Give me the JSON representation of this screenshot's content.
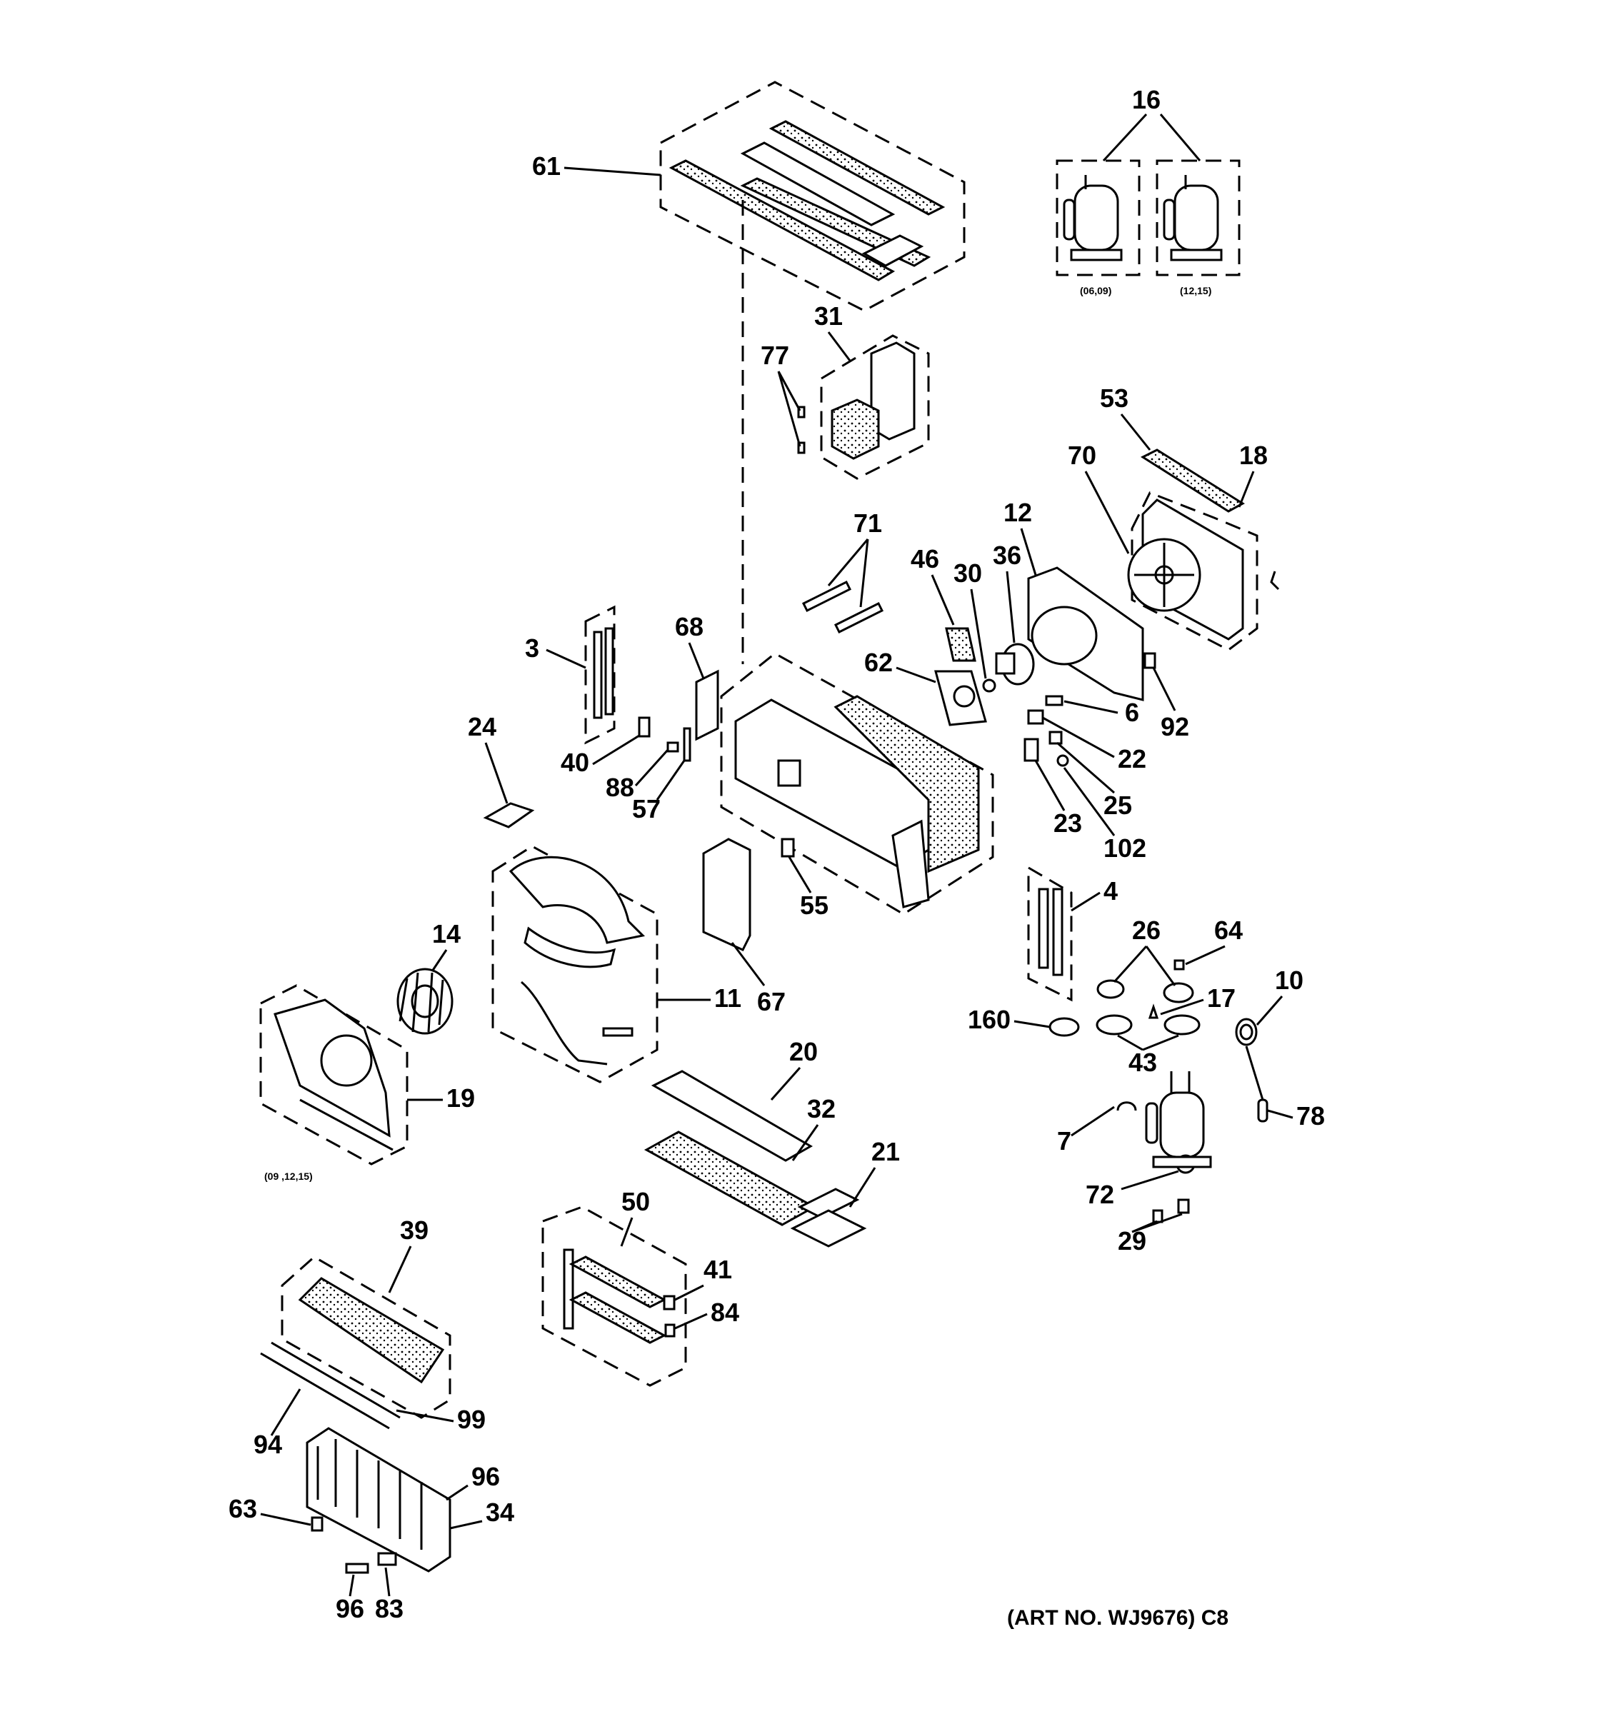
{
  "diagram": {
    "callouts": [
      "16",
      "61",
      "31",
      "77",
      "53",
      "18",
      "70",
      "12",
      "36",
      "30",
      "46",
      "71",
      "3",
      "68",
      "62",
      "6",
      "92",
      "22",
      "24",
      "40",
      "88",
      "57",
      "25",
      "23",
      "102",
      "55",
      "4",
      "26",
      "64",
      "14",
      "11",
      "67",
      "17",
      "10",
      "160",
      "43",
      "78",
      "19",
      "20",
      "32",
      "21",
      "7",
      "72",
      "29",
      "39",
      "50",
      "41",
      "84",
      "99",
      "94",
      "96",
      "63",
      "34",
      "96",
      "83"
    ],
    "variant_labels": {
      "compressor_left": "(06,09)",
      "compressor_right": "(12,15)",
      "scroll_note": "(09 ,12,15)"
    },
    "art_number": "(ART NO. WJ9676) C8"
  }
}
